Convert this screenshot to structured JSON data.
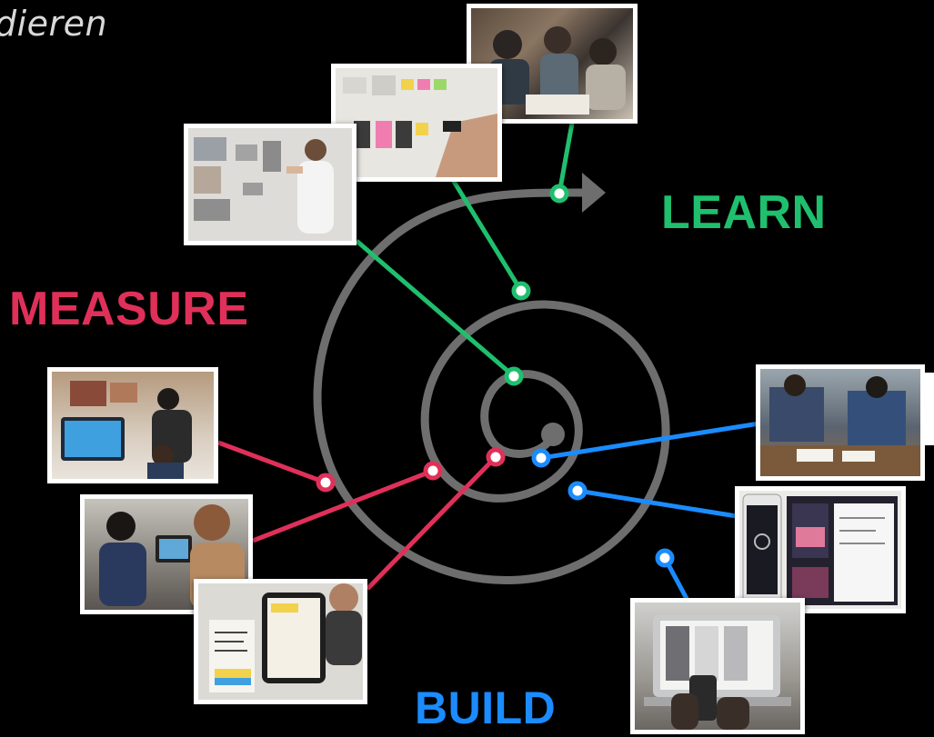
{
  "title_partial": "dieren",
  "labels": {
    "learn": "LEARN",
    "measure": "MEASURE",
    "build": "BUILD"
  },
  "colors": {
    "background": "#000000",
    "spiral": "#6e6e6e",
    "learn": "#1fbf6e",
    "measure": "#e0305a",
    "build": "#1a8cff",
    "title": "#d9d9d9"
  },
  "photos": [
    {
      "id": "learn-1",
      "phase": "learn",
      "scene": "team-discussion-icon"
    },
    {
      "id": "learn-2",
      "phase": "learn",
      "scene": "whiteboard-sticky-notes-icon"
    },
    {
      "id": "learn-3",
      "phase": "learn",
      "scene": "whiteboard-presenter-icon"
    },
    {
      "id": "measure-1",
      "phase": "measure",
      "scene": "user-test-desktop-icon"
    },
    {
      "id": "measure-2",
      "phase": "measure",
      "scene": "user-test-tablet-icon"
    },
    {
      "id": "measure-3",
      "phase": "measure",
      "scene": "paper-prototype-tablet-icon"
    },
    {
      "id": "build-1",
      "phase": "build",
      "scene": "sketching-team-icon"
    },
    {
      "id": "build-2",
      "phase": "build",
      "scene": "app-mockup-icon"
    },
    {
      "id": "build-3",
      "phase": "build",
      "scene": "laptop-phone-design-icon"
    }
  ]
}
